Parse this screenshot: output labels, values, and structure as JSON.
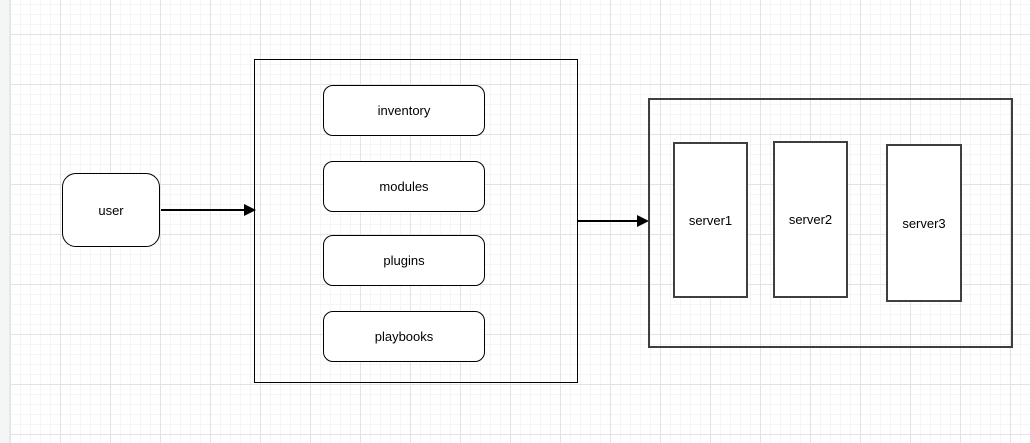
{
  "diagram": {
    "nodes": {
      "user": {
        "label": "user"
      },
      "control": {
        "components": [
          {
            "label": "inventory"
          },
          {
            "label": "modules"
          },
          {
            "label": "plugins"
          },
          {
            "label": "playbooks"
          }
        ]
      },
      "managed": {
        "servers": [
          {
            "label": "server1"
          },
          {
            "label": "server2"
          },
          {
            "label": "server3"
          }
        ]
      }
    },
    "edges": [
      {
        "from": "user",
        "to": "control-box"
      },
      {
        "from": "control-box",
        "to": "managed-box"
      }
    ],
    "colors": {
      "node_border": "#000000",
      "server_border": "#3f3f3f",
      "node_fill": "#ffffff",
      "canvas_background": "#ffffff",
      "grid_minor": "#f5f5f5",
      "grid_major": "#e3e3e3",
      "text": "#000000"
    }
  }
}
